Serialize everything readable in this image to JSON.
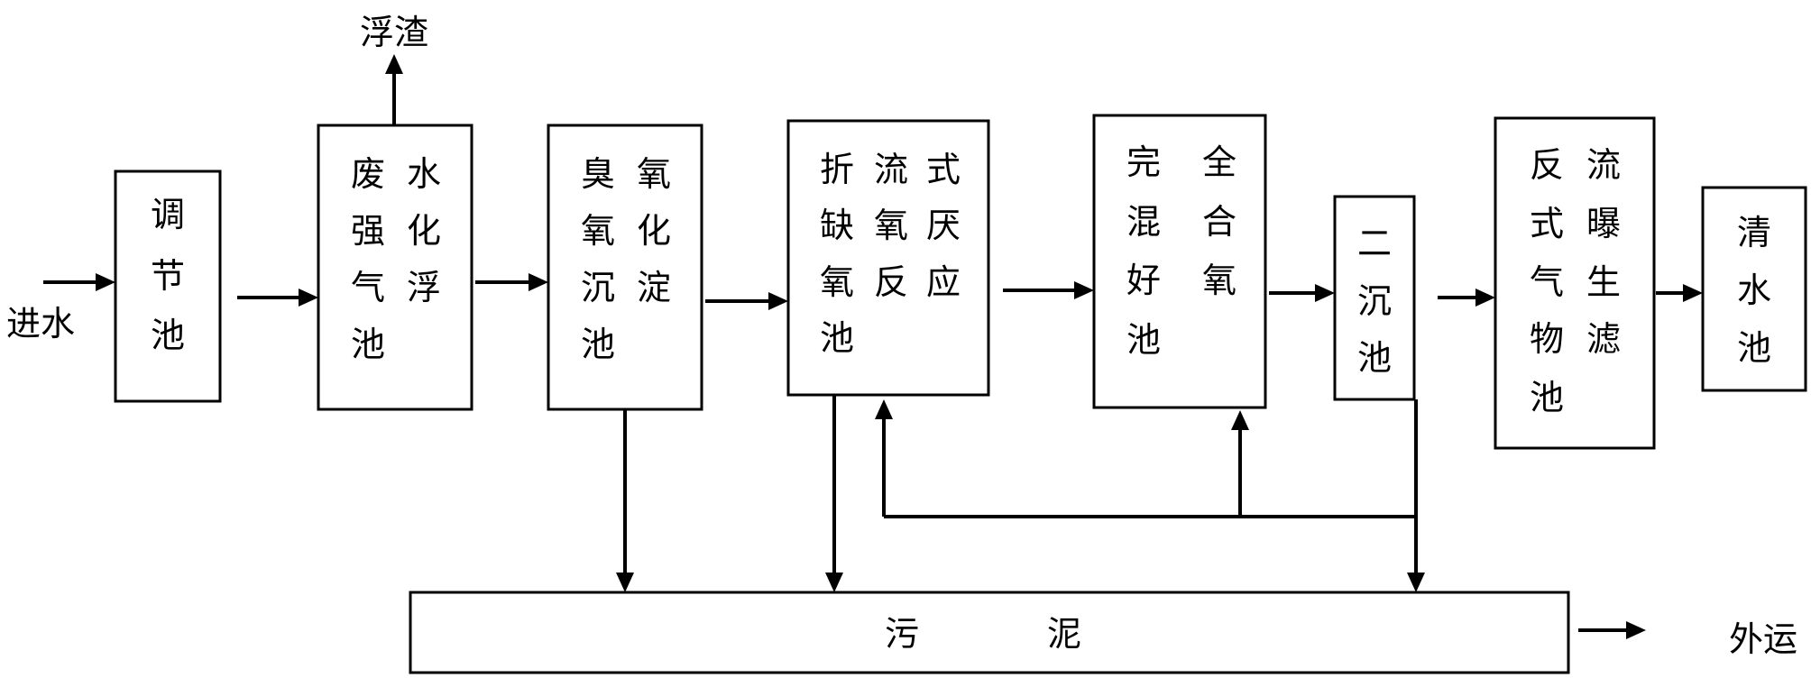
{
  "labels": {
    "inlet": "进水",
    "scum": "浮渣",
    "transport": "外运"
  },
  "units": {
    "regulating_tank": [
      "调",
      "节",
      "池"
    ],
    "air_flotation": [
      "废",
      "水",
      "强",
      "化",
      "气",
      "浮",
      "池"
    ],
    "ozone_sedimentation": [
      "臭",
      "氧",
      "氧",
      "化",
      "沉",
      "淀",
      "池"
    ],
    "baffled_tank": [
      "折",
      "流",
      "式",
      "缺",
      "氧",
      "厌",
      "氧",
      "反",
      "应",
      "池"
    ],
    "aerobic_tank": [
      "完",
      "全",
      "混",
      "合",
      "好",
      "氧",
      "池"
    ],
    "secondary_clarifier": [
      "二",
      "沉",
      "池"
    ],
    "baf": [
      "反",
      "流",
      "式",
      "曝",
      "气",
      "生",
      "物",
      "滤",
      "池"
    ],
    "clear_water_tank": [
      "清",
      "水",
      "池"
    ],
    "sludge": [
      "污",
      "泥"
    ]
  }
}
